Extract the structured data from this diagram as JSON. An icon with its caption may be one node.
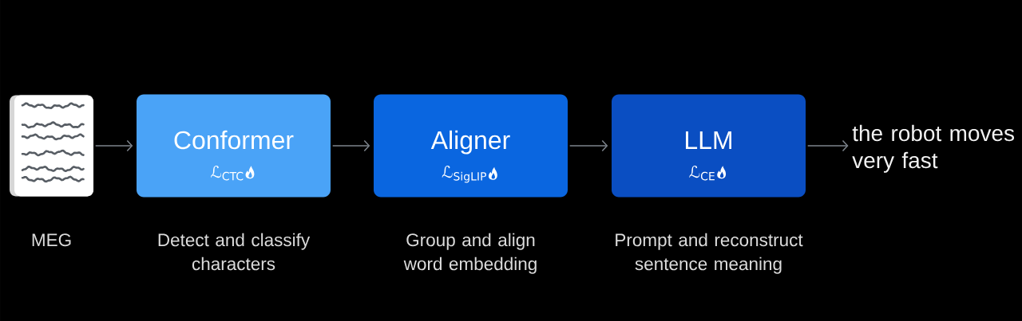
{
  "diagram": {
    "nodes": [
      {
        "text": [],
        "shape": "picture",
        "beside": [
          "MEG"
        ]
      },
      {
        "text": [
          "Conformer",
          "ℒ$_{CTC}$"
        ],
        "beside": [
          "Detect and classify characters"
        ]
      },
      {
        "text": [
          "Aligner",
          "ℒ$_{SigLIP}$"
        ],
        "beside": [
          "Group and align word embedding"
        ]
      },
      {
        "text": [
          "LLM",
          "ℒ$_{CE}$"
        ],
        "beside": [
          "Prompt and reconstruct sentence meaning"
        ]
      },
      {
        "text": [
          "the robot moves very fast"
        ]
      }
    ],
    "edges": [
      {
        "from": 0,
        "to": 1,
        "arrow": "to"
      },
      {
        "from": 1,
        "to": 2,
        "arrow": "to"
      },
      {
        "from": 2,
        "to": 3,
        "arrow": "to"
      },
      {
        "from": 3,
        "to": 4,
        "arrow": "to"
      }
    ]
  }
}
